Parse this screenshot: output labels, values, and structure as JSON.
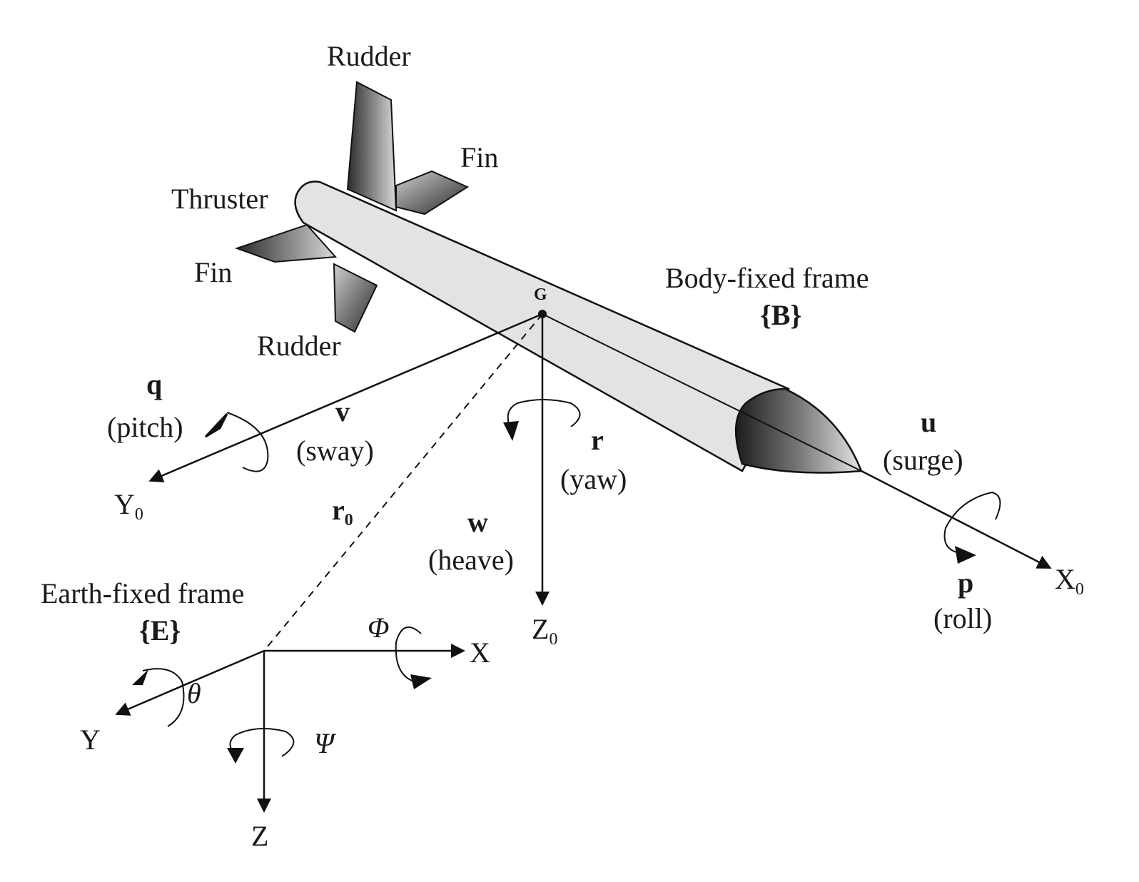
{
  "parts": {
    "rudder_top": "Rudder",
    "rudder_bottom": "Rudder",
    "fin_right": "Fin",
    "fin_left": "Fin",
    "thruster": "Thruster",
    "center": "G"
  },
  "body_frame": {
    "title": "Body-fixed frame",
    "symbol": "{B}"
  },
  "earth_frame": {
    "title": "Earth-fixed frame",
    "symbol": "{E}"
  },
  "body_motions": {
    "pitch_sym": "q",
    "pitch": "(pitch)",
    "sway_sym": "v",
    "sway": "(sway)",
    "yaw_sym": "r",
    "yaw": "(yaw)",
    "heave_sym": "w",
    "heave": "(heave)",
    "surge_sym": "u",
    "surge": "(surge)",
    "roll_sym": "p",
    "roll": "(roll)"
  },
  "body_axes": {
    "x": "X",
    "y": "Y",
    "z": "Z",
    "subscript": "0"
  },
  "position_vector": {
    "symbol": "r",
    "subscript": "0"
  },
  "earth_axes": {
    "x": "X",
    "y": "Y",
    "z": "Z"
  },
  "earth_angles": {
    "phi": "Φ",
    "theta": "θ",
    "psi": "Ψ"
  }
}
